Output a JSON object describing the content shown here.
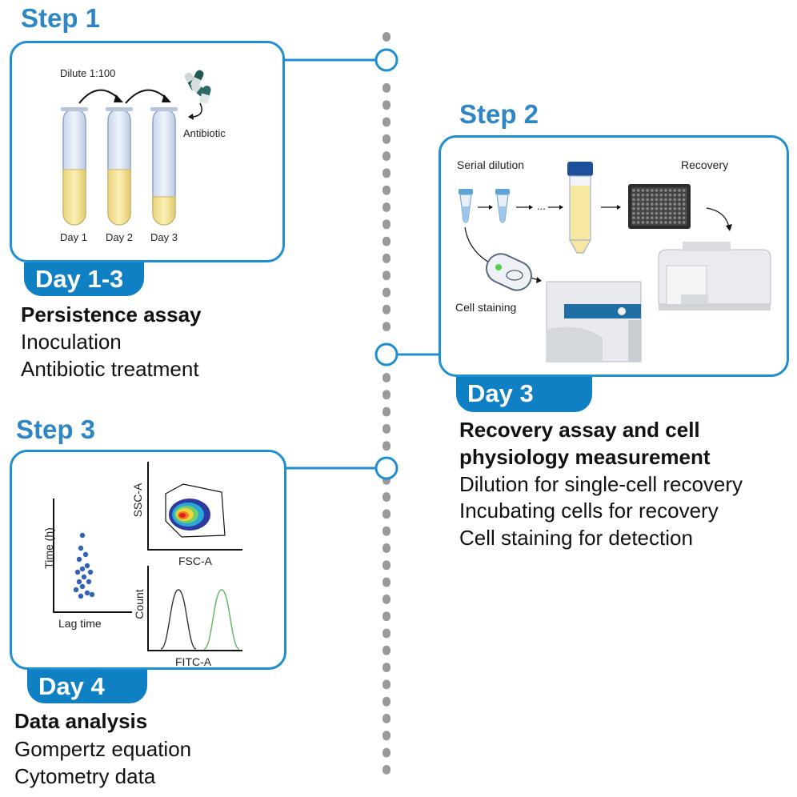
{
  "step1": {
    "title": "Step 1",
    "dilute_label": "Dilute 1:100",
    "antibiotic_label": "Antibiotic",
    "tubes": [
      "Day 1",
      "Day 2",
      "Day 3"
    ],
    "day_tab": "Day 1-3",
    "heading": "Persistence assay",
    "lines": [
      "Inoculation",
      "Antibiotic treatment"
    ]
  },
  "step2": {
    "title": "Step 2",
    "serial_dilution_label": "Serial dilution",
    "recovery_label": "Recovery",
    "cell_staining_label": "Cell staining",
    "ellipsis": "...",
    "day_tab": "Day 3",
    "heading_line1": "Recovery assay and cell",
    "heading_line2": "physiology measurement",
    "lines": [
      "Dilution for single-cell recovery",
      "Incubating cells for recovery",
      "Cell staining for detection"
    ]
  },
  "step3": {
    "title": "Step 3",
    "plot_lag": {
      "ylabel": "Time (h)",
      "xlabel": "Lag time"
    },
    "plot_scatter": {
      "ylabel": "SSC-A",
      "xlabel": "FSC-A"
    },
    "plot_hist": {
      "ylabel": "Count",
      "xlabel": "FITC-A"
    },
    "day_tab": "Day 4",
    "heading": "Data analysis",
    "lines": [
      "Gompertz equation",
      "Cytometry data"
    ]
  },
  "colors": {
    "accent": "#1f8fd2",
    "tab": "#0f80c4",
    "title": "#2f86c4",
    "timeline": "#9a9a9a"
  }
}
